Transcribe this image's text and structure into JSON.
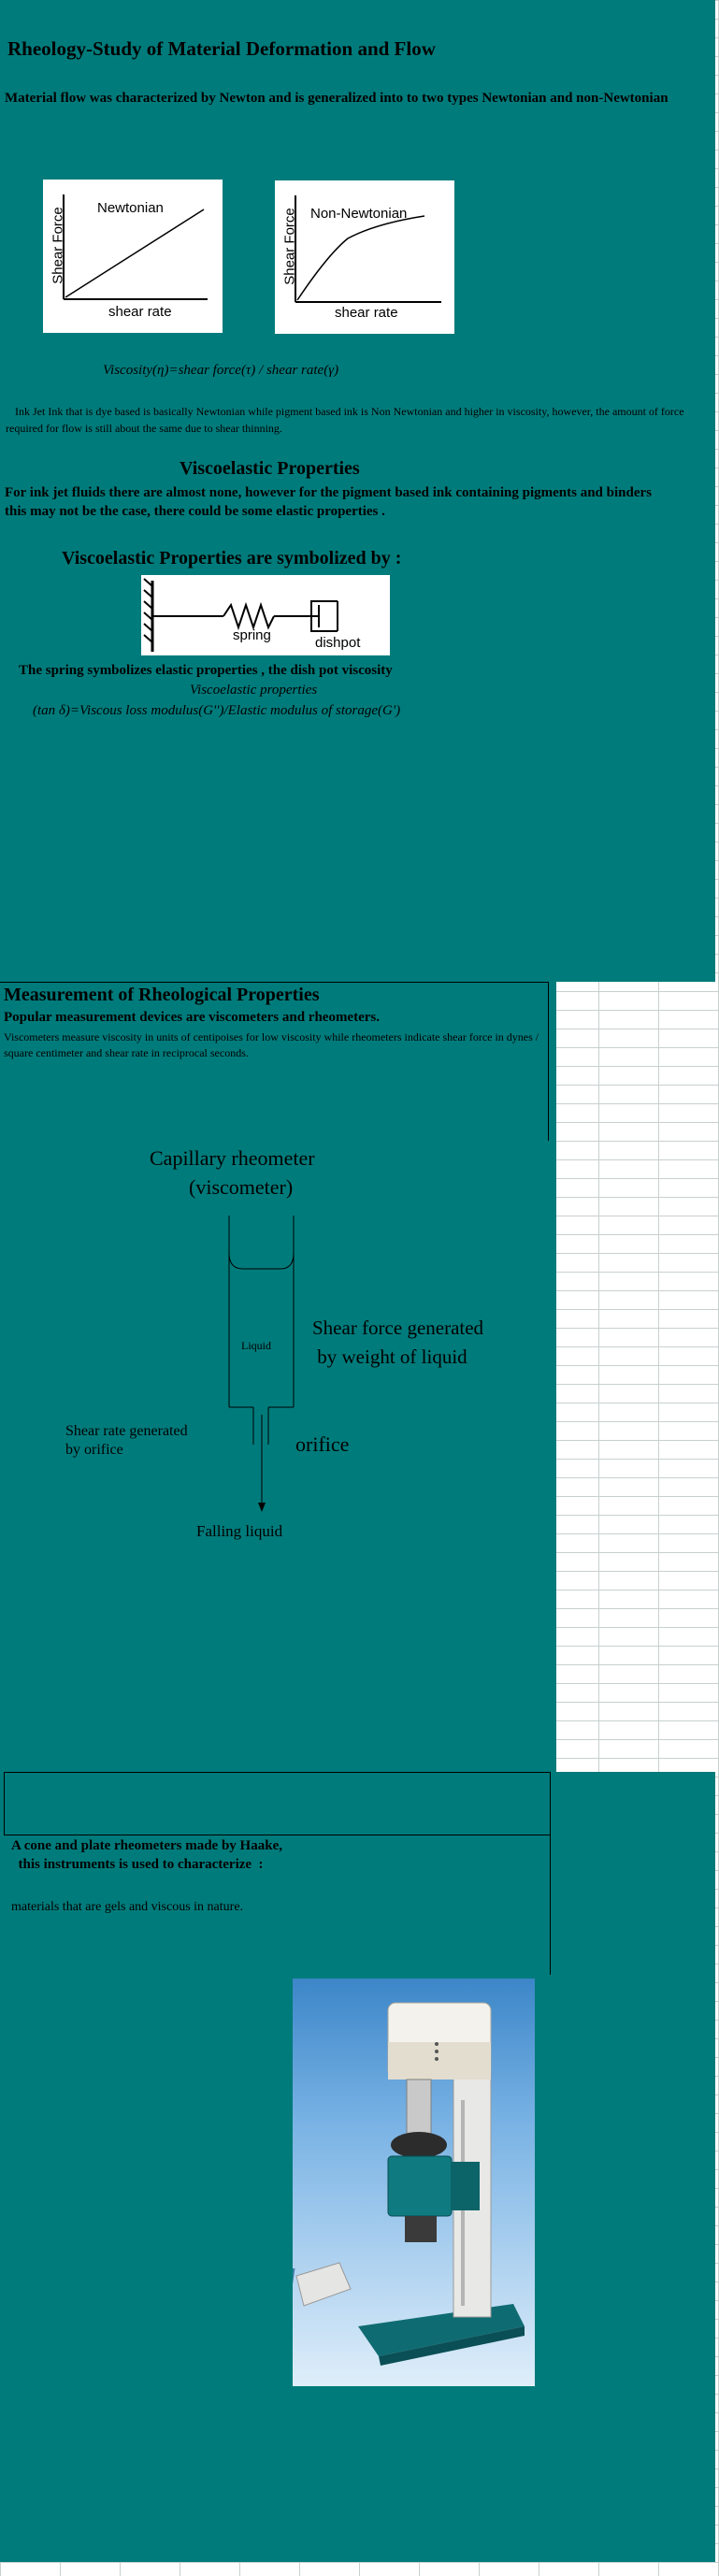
{
  "title": "Rheology-Study of Material Deformation and Flow",
  "intro": "Material flow was characterized  by Newton and is generalized into to two types Newtonian and  non-Newtonian",
  "graphs": {
    "newtonian": {
      "label": "Newtonian",
      "ylabel": "Shear Force",
      "xlabel": "shear rate"
    },
    "non_newtonian": {
      "label": "Non-Newtonian",
      "ylabel": "Shear Force",
      "xlabel": "shear rate"
    }
  },
  "viscosity_formula": "Viscosity(η)=shear force(τ) / shear rate(γ)",
  "ink_paragraph": "Ink Jet Ink that is dye based is basically Newtonian  while pigment based ink is  Non Newtonian  and higher in viscosity,  however, the amount of force required for flow is  still about the same due to shear thinning.",
  "viscoelastic_heading": "Viscoelastic  Properties",
  "viscoelastic_paragraph": "For ink jet fluids there are almost none, however  for the pigment based ink containing pigments and binders this may not be the case, there could be some elastic properties .",
  "symbolized_heading": "Viscoelastic Properties are symbolized by :",
  "spring_diagram": {
    "spring_label": "spring",
    "dashpot_label": "dishpot"
  },
  "spring_caption": "The spring symbolizes elastic properties , the dish pot viscosity",
  "viscoelastic_caption": "Viscoelastic properties",
  "tan_formula": "(tan δ)=Viscous loss modulus(G'')/Elastic modulus of storage(G')",
  "measurement_heading": "Measurement of  Rheological  Properties",
  "measurement_subheading": "Popular measurement devices are viscometers and rheometers.",
  "measurement_paragraph": "Viscometers measure viscosity in units of  centipoises for low viscosity  while rheometers indicate shear force in dynes / square centimeter and shear rate in reciprocal seconds.",
  "capillary": {
    "title_line1": "Capillary rheometer",
    "title_line2": "(viscometer)",
    "liquid": "Liquid",
    "shear_force_line1": "Shear force generated",
    "shear_force_line2": " by weight of liquid",
    "shear_rate_line1": "Shear rate generated",
    "shear_rate_line2": "by orifice",
    "orifice": "orifice",
    "falling": "Falling liquid"
  },
  "cone_heading_line1": "A cone and plate rheometers made by Haake,",
  "cone_heading_line2": "  this instruments is used to characterize  :",
  "cone_paragraph": "materials that are gels and viscous in nature.",
  "colors": {
    "teal": "#007b7b",
    "grid": "#c8d0d0"
  }
}
